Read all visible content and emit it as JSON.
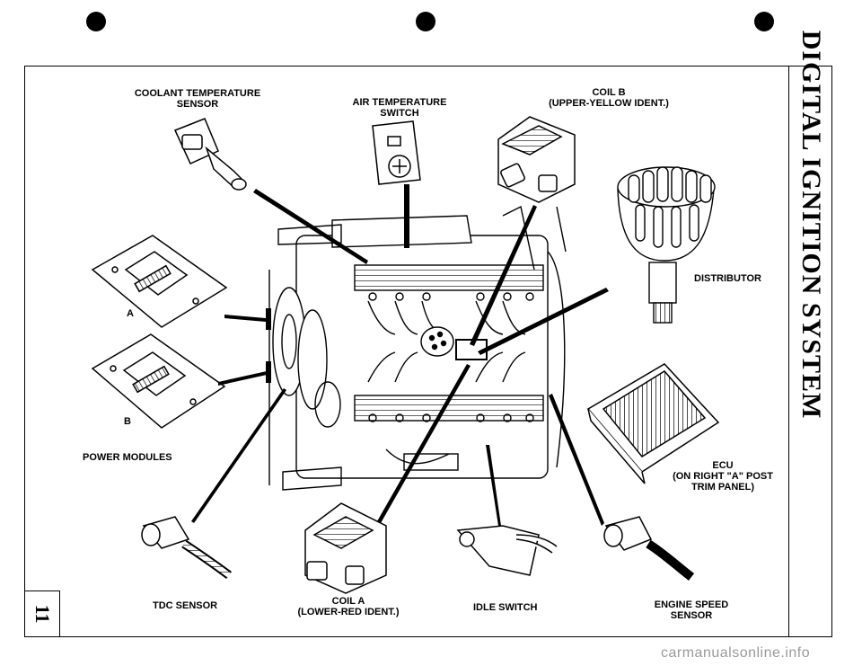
{
  "side_title": "DIGITAL IGNITION SYSTEM",
  "page_number": "11",
  "watermark": "carmanualsonline.info",
  "labels": {
    "coolant_sensor": [
      "COOLANT TEMPERATURE",
      "SENSOR"
    ],
    "air_temp_switch": [
      "AIR TEMPERATURE",
      "SWITCH"
    ],
    "coil_b": [
      "COIL B",
      "(UPPER-YELLOW IDENT.)"
    ],
    "distributor": "DISTRIBUTOR",
    "module_a": "A",
    "module_b": "B",
    "power_modules": "POWER MODULES",
    "ecu": [
      "ECU",
      "(ON RIGHT \"A\" POST",
      "TRIM PANEL)"
    ],
    "tdc_sensor": "TDC SENSOR",
    "coil_a": [
      "COIL A",
      "(LOWER-RED IDENT.)"
    ],
    "idle_switch": "IDLE SWITCH",
    "engine_speed_sensor": [
      "ENGINE SPEED",
      "SENSOR"
    ]
  }
}
